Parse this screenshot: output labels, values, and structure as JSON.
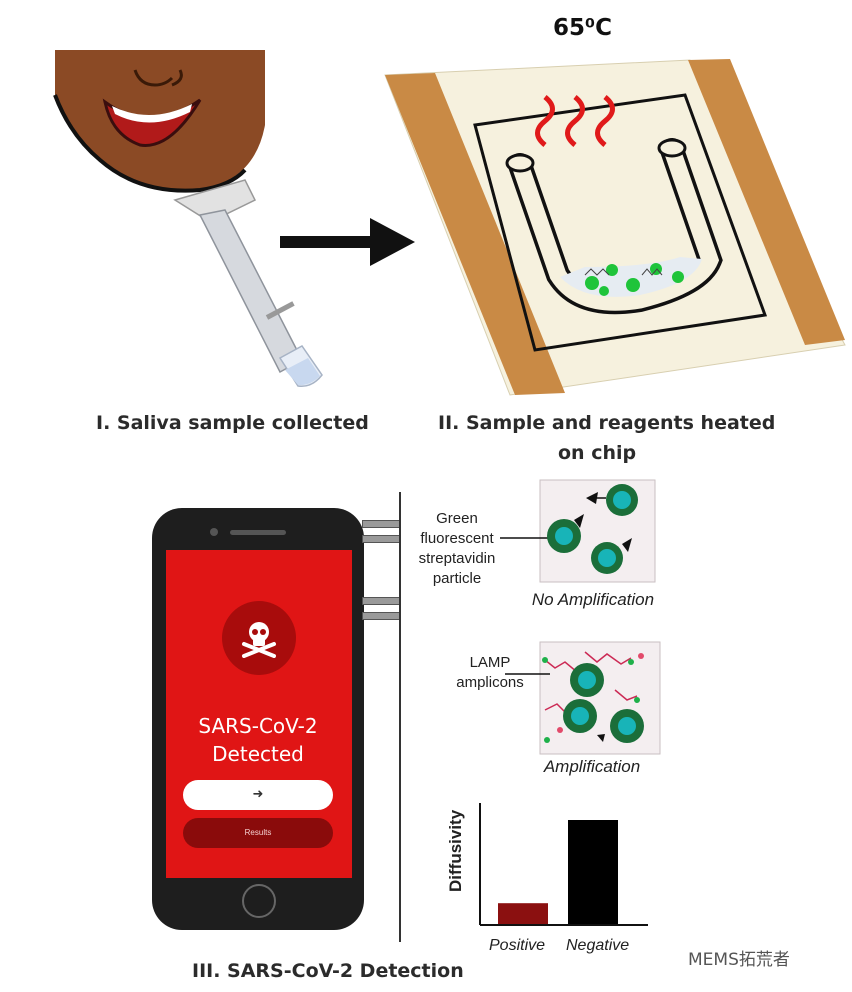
{
  "step1": {
    "label": "I.  Saliva sample collected"
  },
  "step2": {
    "label_line1": "II.  Sample and reagents heated",
    "label_line2": "on chip",
    "temperature": "65⁰C"
  },
  "step3": {
    "label": "III.  SARS-CoV-2 Detection"
  },
  "phone": {
    "title_line1": "SARS-CoV-2",
    "title_line2": "Detected",
    "button_next": "➜",
    "button_results": "Results",
    "screen_color": "#e01515",
    "icon": "skull-crossbones-icon"
  },
  "panels": {
    "no_amp_caption": "No Amplification",
    "amp_caption": "Amplification",
    "particle_callout": [
      "Green",
      "fluorescent",
      "streptavidin",
      "particle"
    ],
    "lamp_callout": [
      "LAMP",
      "amplicons"
    ]
  },
  "chart_data": {
    "type": "bar",
    "categories": [
      "Positive",
      "Negative"
    ],
    "values": [
      2,
      10
    ],
    "ylabel": "Diffusivity",
    "colors": [
      "#8b1010",
      "#000000"
    ]
  },
  "watermark": "MEMS拓荒者"
}
